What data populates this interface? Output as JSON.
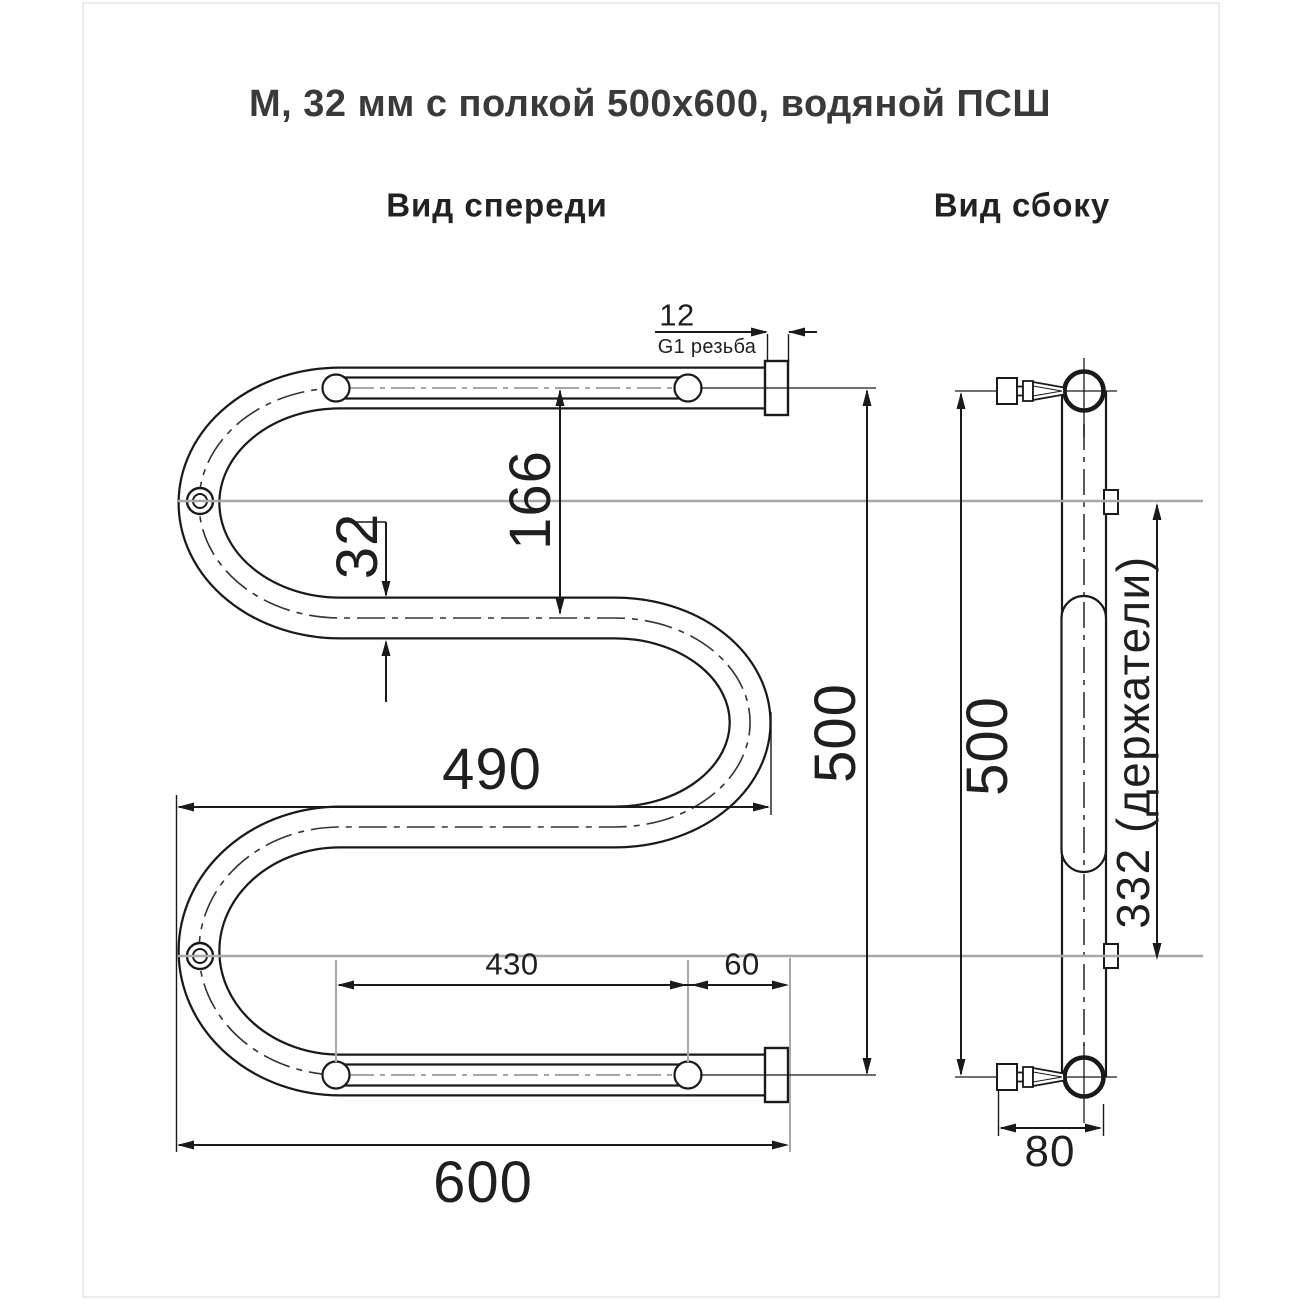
{
  "title": "М, 32 мм с полкой 500х600, водяной ПСШ",
  "views": {
    "front": {
      "label": "Вид спереди",
      "dimensions": {
        "thread_length": "12",
        "thread_type": "G1 резьба",
        "top_drop": "166",
        "pipe_diameter": "32",
        "body_width": "490",
        "shelf_mounts_span": "430",
        "shelf_end_offset": "60",
        "overall_width": "600",
        "overall_height": "500"
      }
    },
    "side": {
      "label": "Вид сбоку",
      "dimensions": {
        "overall_height": "500",
        "holders_span": "332 (держатели)",
        "depth": "80"
      }
    }
  },
  "colors": {
    "line": "#1a1a1a",
    "construction": "#a8a8a8",
    "frame": "#e4e4e4"
  }
}
